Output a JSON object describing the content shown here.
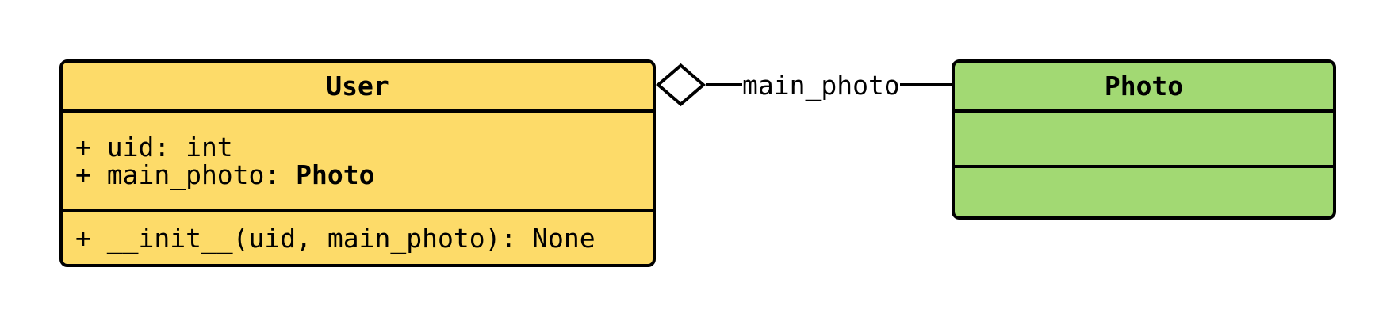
{
  "diagram": {
    "kind": "uml-class-diagram",
    "background_color": "#FFFFFF",
    "stroke_color": "#000000",
    "classes": [
      {
        "id": "user",
        "title": "User",
        "fill_color": "#FDDB69",
        "attributes": [
          {
            "text": "+ uid: int",
            "type_suffix": ""
          },
          {
            "text": "+ main_photo: ",
            "type_suffix": "Photo"
          }
        ],
        "methods": [
          {
            "text": "+ __init__(uid, main_photo): None"
          }
        ]
      },
      {
        "id": "photo",
        "title": "Photo",
        "fill_color": "#A2D973",
        "attributes": [],
        "methods": []
      }
    ],
    "relationship": {
      "type": "aggregation",
      "diamond": "hollow",
      "from": "User",
      "to": "Photo",
      "label": "main_photo"
    }
  }
}
